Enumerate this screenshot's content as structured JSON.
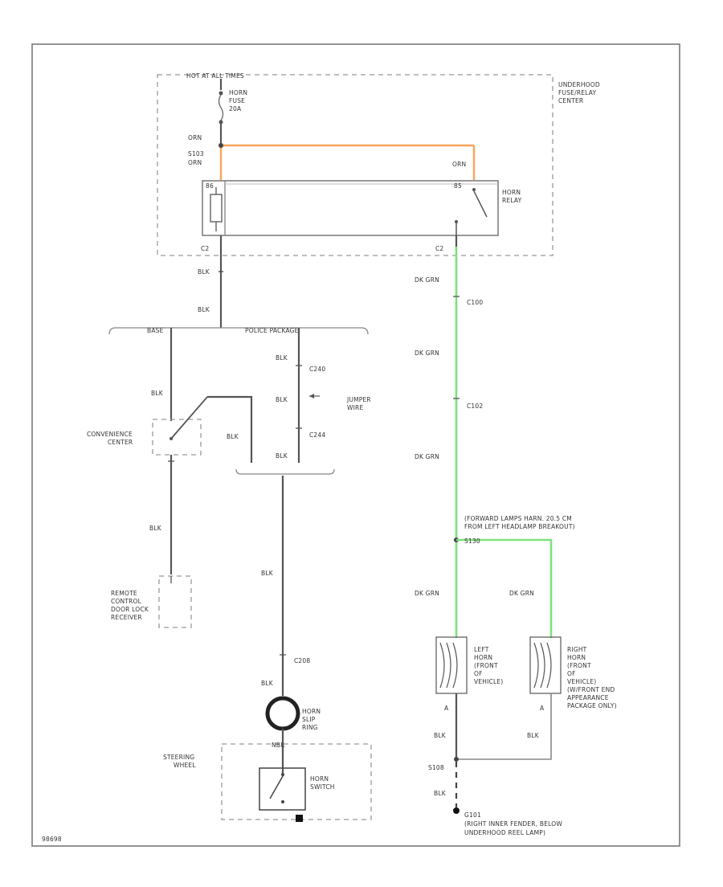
{
  "labels": {
    "hot_at_all_times": "HOT AT ALL TIMES",
    "horn_fuse": [
      "HORN",
      "FUSE",
      "20A"
    ],
    "orn_1": "ORN",
    "s103_orn": [
      "S103",
      "ORN"
    ],
    "orn_2": "ORN",
    "underhood": [
      "UNDERHOOD",
      "FUSE/RELAY",
      "CENTER"
    ],
    "horn_relay": [
      "HORN",
      "RELAY"
    ],
    "c2_left": "C2",
    "c2_right": "C2",
    "blk_1": "BLK",
    "blk_2": "BLK",
    "dk_grn_1": "DK GRN",
    "c100": "C100",
    "base": "BASE",
    "police_package": "POLICE PACKAGE",
    "blk_3": "BLK",
    "c240": "C240",
    "dk_grn_2": "DK GRN",
    "c102": "C102",
    "blk_4": "BLK",
    "blk_5": "BLK",
    "jumper_wire": [
      "JUMPER",
      "WIRE"
    ],
    "convenience_center": [
      "CONVENIENCE",
      "CENTER"
    ],
    "blk_6": "BLK",
    "c244": "C244",
    "blk_7": "BLK",
    "dk_grn_3": "DK GRN",
    "forward_lamps": [
      "(FORWARD LAMPS HARN. 20.5 CM",
      "FROM LEFT HEADLAMP BREAKOUT)"
    ],
    "s130": "S130",
    "blk_8": "BLK",
    "remote_control": [
      "REMOTE",
      "CONTROL",
      "DOOR LOCK",
      "RECEIVER"
    ],
    "blk_9": "BLK",
    "dk_grn_4": "DK GRN",
    "dk_grn_5": "DK GRN",
    "left_horn": [
      "LEFT",
      "HORN",
      "(FRONT",
      "OF",
      "VEHICLE)"
    ],
    "right_horn": [
      "RIGHT",
      "HORN",
      "(FRONT",
      "OF",
      "VEHICLE)",
      "(W/FRONT END",
      "APPEARANCE",
      "PACKAGE ONLY)"
    ],
    "a_left": "A",
    "a_right": "A",
    "c208": "C208",
    "blk_10": "BLK",
    "horn_slip_ring": [
      "HORN",
      "SLIP",
      "RING"
    ],
    "steering_wheel": [
      "STEERING",
      "WHEEL"
    ],
    "nbr": "NBR",
    "horn_switch": [
      "HORN",
      "SWITCH"
    ],
    "blk_11": "BLK",
    "blk_12": "BLK",
    "s108": "S108",
    "blk_13": "BLK",
    "g101": [
      "G101",
      "(RIGHT INNER FENDER, BELOW",
      "UNDERHOOD REEL LAMP)"
    ],
    "diagram_id": "98698",
    "relay_pin_left": "86",
    "relay_pin_right": "85"
  },
  "colors": {
    "orange_wire": "#f5a55a",
    "green_wire": "#7ee07e",
    "black_wire": "#555555",
    "harness": "#999999"
  }
}
